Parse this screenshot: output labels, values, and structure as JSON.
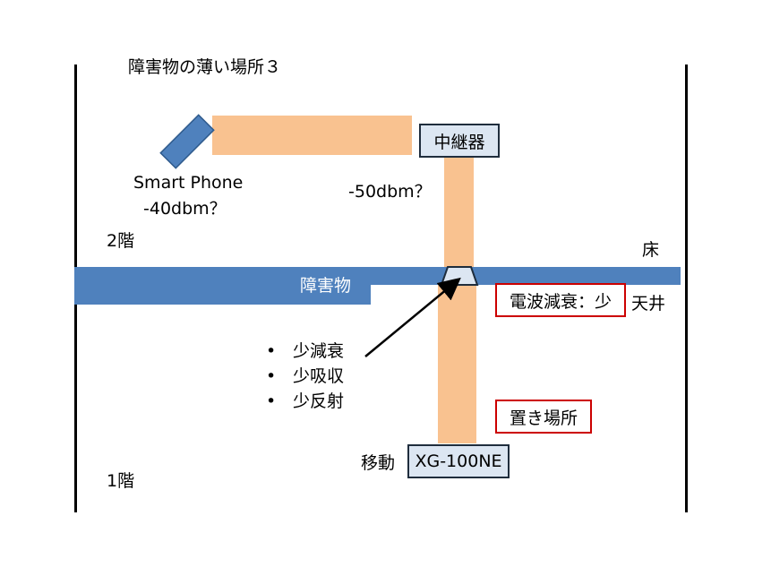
{
  "title": "障害物の薄い場所３",
  "floors": {
    "upper": "2階",
    "lower": "1階",
    "floor_label": "床",
    "ceiling_label": "天井"
  },
  "obstacle": {
    "label": "障害物",
    "color": "#4f81bd"
  },
  "signal_path_color": "#f9c290",
  "smartphone": {
    "name": "Smart Phone",
    "signal": "-40dbm？"
  },
  "repeater": {
    "name": "中継器",
    "signal": "-50dbm？"
  },
  "device": {
    "name": "XG-100NE",
    "action": "移動"
  },
  "callouts": {
    "attenuation": "電波減衰：少",
    "placement": "置き場所"
  },
  "bullets": [
    "少減衰",
    "少吸収",
    "少反射"
  ],
  "bullet_marker": "•"
}
